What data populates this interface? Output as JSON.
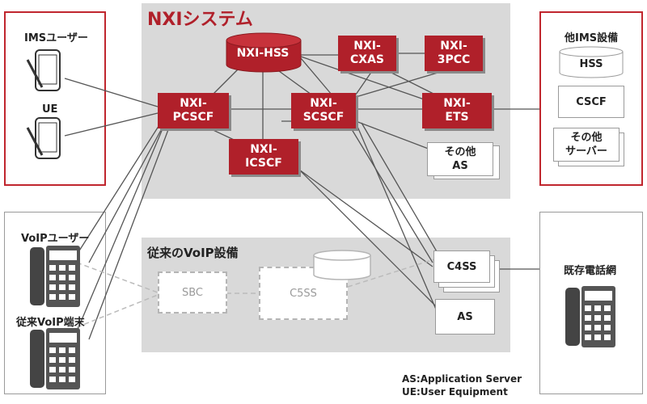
{
  "nxi": {
    "title": "NXIシステム",
    "hss": "NXI-HSS",
    "cxas": "NXI-\nCXAS",
    "pcc3": "NXI-\n3PCC",
    "pcscf": "NXI-\nPCSCF",
    "scscf": "NXI-\nSCSCF",
    "ets": "NXI-\nETS",
    "icscf": "NXI-\nICSCF",
    "other_as": "その他\nAS"
  },
  "ims_users": {
    "title": "IMSユーザー",
    "ue": "UE"
  },
  "other_ims": {
    "title": "他IMS設備",
    "hss": "HSS",
    "cscf": "CSCF",
    "other_servers": "その他\nサーバー"
  },
  "voip_users": {
    "title": "VoIPユーザー",
    "terminal": "従来VoIP端末"
  },
  "legacy_voip": {
    "title": "従来のVoIP設備",
    "sbc": "SBC",
    "c5ss": "C5SS",
    "c4ss": "C4SS",
    "as": "AS"
  },
  "existing_network": {
    "title": "既存電話網"
  },
  "legend": {
    "as": "AS:Application Server",
    "ue": "UE:User Equipment"
  },
  "colors": {
    "nxi_red": "#b0202a",
    "frame_red": "#c0262e",
    "panel_gray": "#d9d9d9"
  }
}
